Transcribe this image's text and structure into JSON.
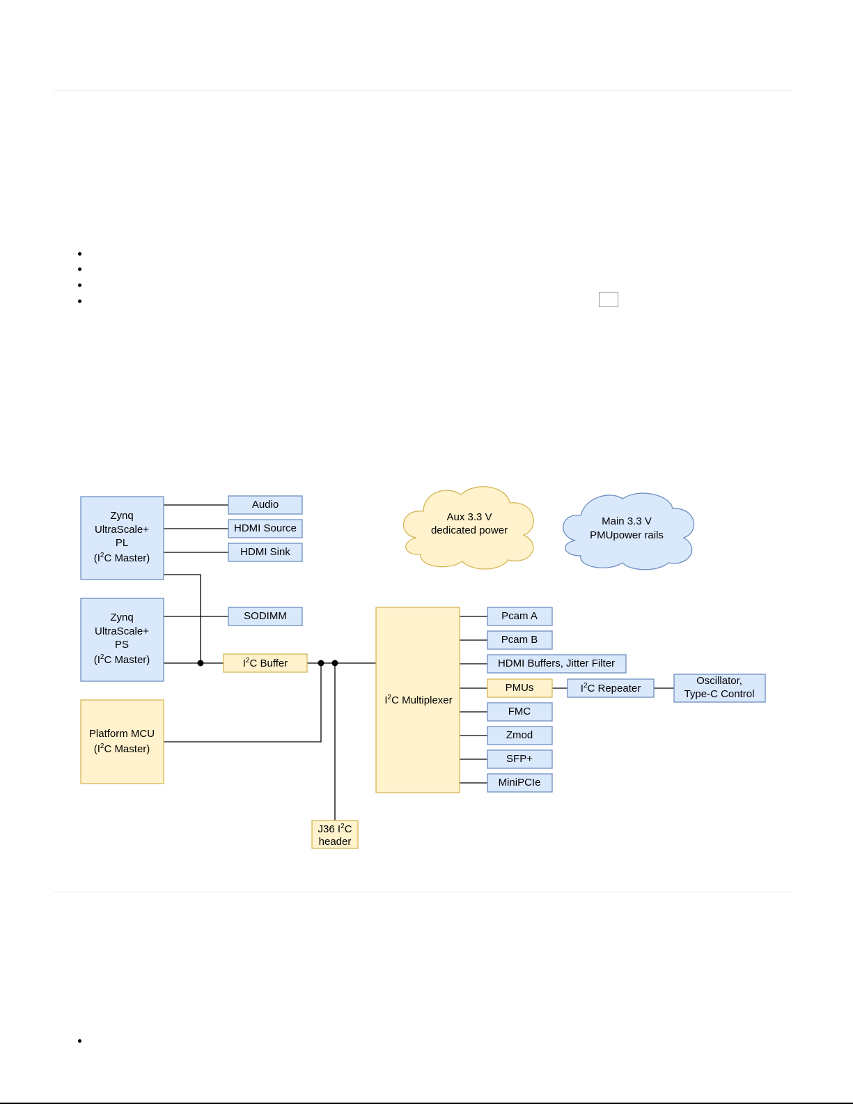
{
  "nodes": {
    "zynq_pl": [
      "Zynq",
      "UltraScale+",
      "PL",
      "(I",
      "2",
      "C Master)"
    ],
    "zynq_ps": [
      "Zynq",
      "UltraScale+",
      "PS",
      "(I",
      "2",
      "C Master)"
    ],
    "platform_mcu": [
      "Platform MCU",
      "(I",
      "2",
      "C Master)"
    ],
    "audio": "Audio",
    "hdmi_source": "HDMI Source",
    "hdmi_sink": "HDMI Sink",
    "sodimm": "SODIMM",
    "i2c_buffer": [
      "I",
      "2",
      "C Buffer"
    ],
    "i2c_multiplexer": [
      "I",
      "2",
      "C Multiplexer"
    ],
    "j36_header": [
      "J36 I",
      "2",
      "C",
      "header"
    ],
    "pcam_a": "Pcam A",
    "pcam_b": "Pcam B",
    "hdmi_buffers": "HDMI Buffers, Jitter Filter",
    "pmus": "PMUs",
    "i2c_repeater": [
      "I",
      "2",
      "C Repeater"
    ],
    "oscillator": [
      "Oscillator,",
      "Type-C Control"
    ],
    "fmc": "FMC",
    "zmod": "Zmod",
    "sfp": "SFP+",
    "minipcie": "MiniPCIe",
    "aux_cloud": [
      "Aux 3.3 V",
      "dedicated power"
    ],
    "main_cloud": [
      "Main 3.3 V",
      "PMUpower rails"
    ]
  },
  "colors": {
    "blue_fill": "#dae8fc",
    "blue_stroke": "#6c8ebf",
    "yellow_fill": "#fff2cc",
    "yellow_stroke": "#d6b656"
  }
}
